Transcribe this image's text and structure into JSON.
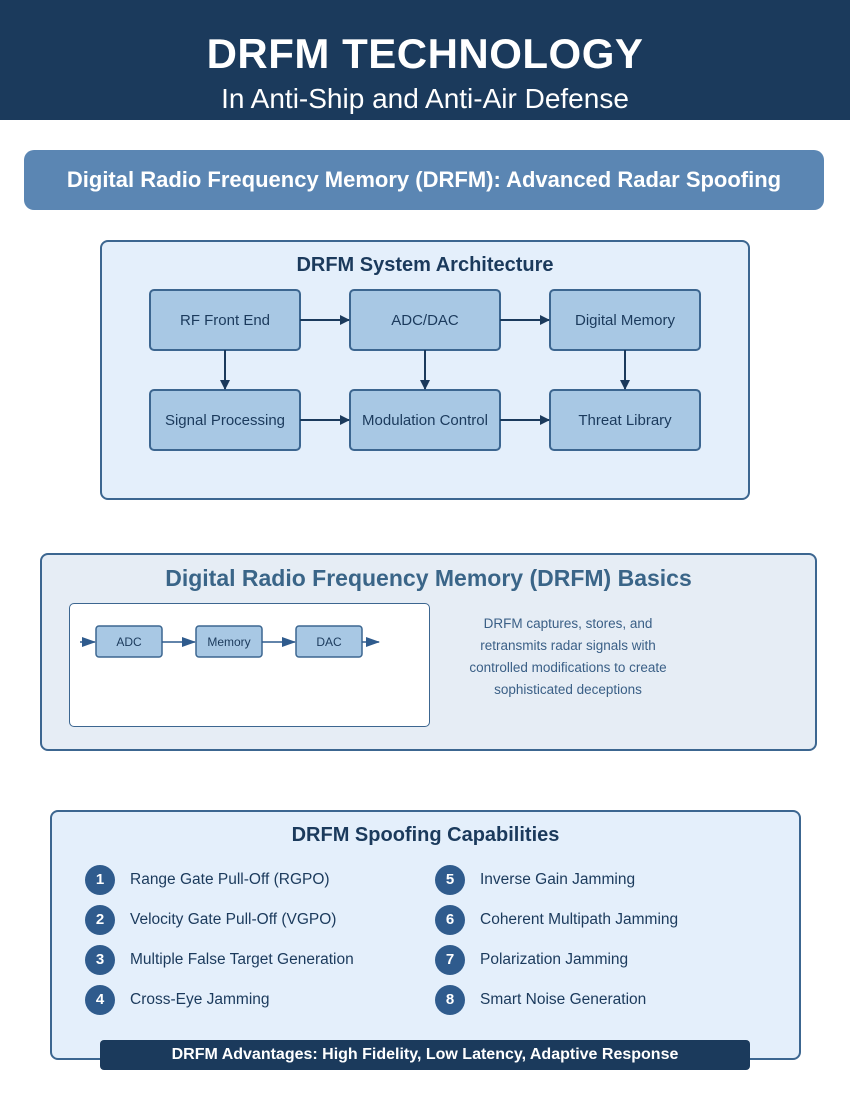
{
  "header": {
    "title": "DRFM TECHNOLOGY",
    "subtitle": "In Anti-Ship and Anti-Air Defense"
  },
  "banner": "Digital Radio Frequency Memory (DRFM): Advanced Radar Spoofing",
  "architecture": {
    "title": "DRFM System Architecture",
    "nodes": [
      "RF Front End",
      "ADC/DAC",
      "Digital Memory",
      "Signal Processing",
      "Modulation Control",
      "Threat Library"
    ]
  },
  "basics": {
    "title": "Digital Radio Frequency Memory (DRFM) Basics",
    "flow": [
      "ADC",
      "Memory",
      "DAC"
    ],
    "description": "DRFM captures, stores, and retransmits radar signals with controlled modifications to create sophisticated deceptions"
  },
  "capabilities": {
    "title": "DRFM Spoofing Capabilities",
    "items": [
      {
        "num": "1",
        "label": "Range Gate Pull-Off (RGPO)"
      },
      {
        "num": "2",
        "label": "Velocity Gate Pull-Off (VGPO)"
      },
      {
        "num": "3",
        "label": "Multiple False Target Generation"
      },
      {
        "num": "4",
        "label": "Cross-Eye Jamming"
      },
      {
        "num": "5",
        "label": "Inverse Gain Jamming"
      },
      {
        "num": "6",
        "label": "Coherent Multipath Jamming"
      },
      {
        "num": "7",
        "label": "Polarization Jamming"
      },
      {
        "num": "8",
        "label": "Smart Noise Generation"
      }
    ]
  },
  "footer": "DRFM Advantages: High Fidelity, Low Latency, Adaptive Response",
  "colors": {
    "dark_navy": "#1b3a5c",
    "banner_blue": "#5b86b3",
    "node_fill": "#a8c8e4",
    "panel_fill": "#e4effb",
    "badge_blue": "#2f5b8d"
  }
}
